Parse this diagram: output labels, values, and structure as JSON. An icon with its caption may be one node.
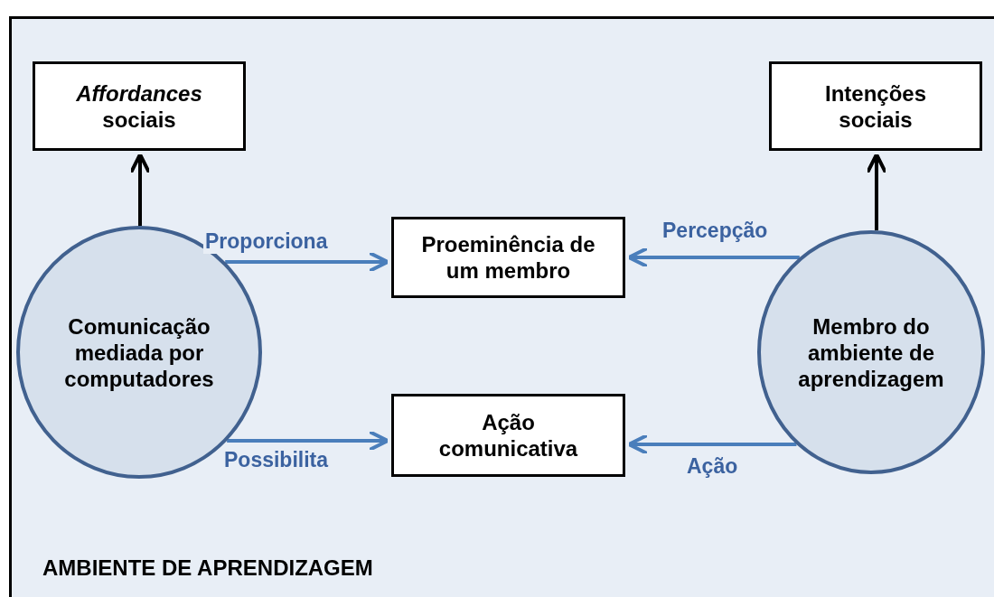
{
  "diagram": {
    "nodes": [
      {
        "text": [
          "AMBIENTE DE APRENDIZAGEM"
        ]
      },
      {
        "text": [
          "*Affordances* sociais"
        ],
        "in": 0
      },
      {
        "text": [
          "Intenções sociais"
        ],
        "in": 0
      },
      {
        "text": [
          "Proeminência de um membro"
        ],
        "in": 0
      },
      {
        "text": [
          "Comunicação mediada por computadores"
        ],
        "in": 0
      },
      {
        "text": [
          "Membro do ambiente de aprendizagem"
        ],
        "in": 0
      },
      {
        "text": [
          "Ação comunicativa"
        ],
        "in": 0
      }
    ],
    "edges": [
      {
        "from": 4,
        "to": 1,
        "arrow": "to",
        "color": "#000000"
      },
      {
        "from": 5,
        "to": 2,
        "arrow": "to",
        "color": "#000000"
      },
      {
        "from": 4,
        "to": 3,
        "arrow": "to",
        "label": "Proporciona"
      },
      {
        "from": 5,
        "to": 3,
        "arrow": "to",
        "label": "Percepção"
      },
      {
        "from": 4,
        "to": 6,
        "arrow": "to",
        "label": "Possibilita"
      },
      {
        "from": 5,
        "to": 6,
        "arrow": "to",
        "label": "Ação"
      }
    ]
  }
}
